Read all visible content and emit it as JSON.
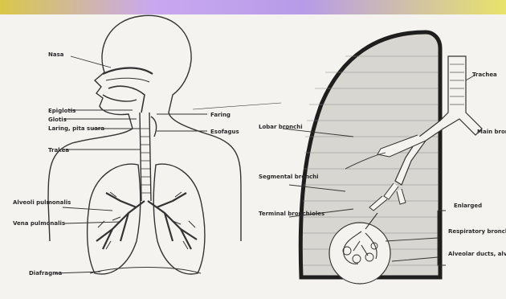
{
  "left_labels": {
    "nose": "Nasa",
    "epiglottis": "Epiglotis",
    "glottis": "Glotis",
    "laryngeal": "Laring, pita suara",
    "trachea": "Trakea",
    "alveoli": "Alveoli pulmonalis",
    "pulmonary_vein": "Vena pulmonalis",
    "diaphragm": "Diafragma",
    "pharynx": "Faring",
    "esophagus": "Esofagus"
  },
  "right_labels": {
    "trachea": "Trachea",
    "main_bronchi": "Main bronchi",
    "lobar_bronchi": "Lobar bronchi",
    "segmental_bronchi": "Segmental bronchi",
    "terminal_bronchioles": "Terminal bronchioles",
    "enlarged": "Enlarged",
    "respiratory_bronchioles": "Respiratory bronchioles",
    "alveolar": "Alveolar ducts, alveolar sacs, alveoli"
  }
}
